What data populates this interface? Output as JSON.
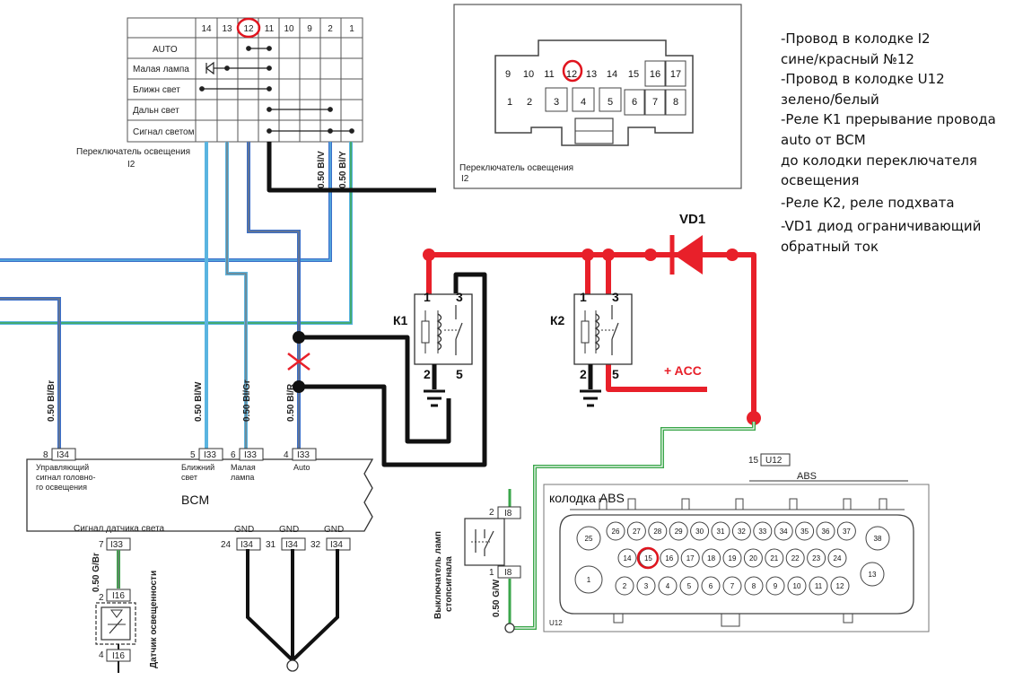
{
  "switch_table": {
    "columns": [
      "14",
      "13",
      "12",
      "11",
      "10",
      "9",
      "2",
      "1"
    ],
    "rows": [
      "AUTO",
      "Малая лампа",
      "Ближн свет",
      "Дальн свет",
      "Сигнал светом"
    ],
    "caption_line1": "Переключатель освещения",
    "caption_line2": "I2"
  },
  "connector_i2": {
    "top_pins": [
      "9",
      "10",
      "11",
      "12",
      "13",
      "14",
      "15",
      "16",
      "17"
    ],
    "bottom_pins": [
      "1",
      "2",
      "3",
      "4",
      "5",
      "6",
      "7",
      "8"
    ],
    "caption_line1": "Переключатель освещения",
    "caption_line2": "I2"
  },
  "notes": [
    "-Провод в колодке I2\nсине/красный №12",
    "-Провод в колодке U12\nзелено/белый",
    "-Реле К1 прерывание провода\nauto от BCM\nдо колодки переключателя\nосвещения",
    "-Реле К2, реле подхвата",
    "-VD1 диод ограничивающий\nобратный ток"
  ],
  "wire_labels": {
    "bv": "0.50  Bl/V",
    "by": "0.50  Bl/Y",
    "bbr": "0.50  Bl/Br",
    "bw": "0.50  Bl/W",
    "bgr": "0.50  Bl/Gr",
    "br": "0.50  Bl/R",
    "gbr": "0.50  G/Br",
    "gw": "0.50  G/W"
  },
  "relays": {
    "k1": {
      "label": "К1",
      "pins": [
        "1",
        "3",
        "2",
        "5"
      ]
    },
    "k2": {
      "label": "К2",
      "pins": [
        "1",
        "3",
        "2",
        "5"
      ]
    }
  },
  "diode_label": "VD1",
  "acc_label": "+ ACC",
  "bcm": {
    "title": "BCM",
    "pins_top": [
      {
        "num": "8",
        "conn": "I34",
        "label_lines": [
          "Управляющий",
          "сигнал головно-",
          "го освещения"
        ]
      },
      {
        "num": "5",
        "conn": "I33",
        "label_lines": [
          "Ближний",
          "свет"
        ]
      },
      {
        "num": "6",
        "conn": "I33",
        "label_lines": [
          "Малая",
          "лампа"
        ]
      },
      {
        "num": "4",
        "conn": "I33",
        "label_lines": [
          "Auto"
        ]
      }
    ],
    "light_sensor_signal": "Сигнал датчика света",
    "pin_7": {
      "num": "7",
      "conn": "I33"
    },
    "gnd_pins": [
      {
        "num": "24",
        "conn": "I34",
        "label": "GND"
      },
      {
        "num": "31",
        "conn": "I34",
        "label": "GND"
      },
      {
        "num": "32",
        "conn": "I34",
        "label": "GND"
      }
    ]
  },
  "light_sensor": {
    "label": "Датчик освещенности",
    "pin_top": {
      "num": "2",
      "conn": "I16"
    },
    "pin_bottom": {
      "num": "4",
      "conn": "I16"
    }
  },
  "brake_switch": {
    "label_line1": "Выключатель ламп",
    "label_line2": "стопсигнала",
    "pin_top": {
      "num": "2",
      "conn": "I8"
    },
    "pin_bottom": {
      "num": "1",
      "conn": "I8"
    }
  },
  "abs": {
    "pin_ref": {
      "num": "15",
      "conn": "U12"
    },
    "name": "ABS",
    "connector_title": "колодка ABS",
    "connector_code": "U12",
    "row1": [
      "25",
      "26",
      "27",
      "28",
      "29",
      "30",
      "31",
      "32",
      "33",
      "34",
      "35",
      "36",
      "37",
      "38"
    ],
    "row2": [
      "14",
      "15",
      "16",
      "17",
      "18",
      "19",
      "20",
      "21",
      "22",
      "23",
      "24"
    ],
    "row3": [
      "1",
      "2",
      "3",
      "4",
      "5",
      "6",
      "7",
      "8",
      "9",
      "10",
      "11",
      "12",
      "13"
    ]
  },
  "colors": {
    "red": "#e8202a",
    "black": "#111111",
    "blue": "#3b6fc9",
    "lightblue": "#5ab4e0",
    "green": "#3aa64a",
    "gray": "#777777",
    "highlight": "#e0141e"
  }
}
